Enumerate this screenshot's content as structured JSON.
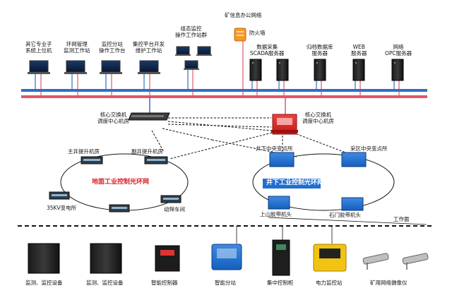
{
  "top_labels": {
    "other_pc": [
      "其它专业子",
      "系统上位机"
    ],
    "env_mgmt": [
      "环网管理",
      "监测工作站"
    ],
    "monitor_sub": [
      "监控分站",
      "操作工作台"
    ],
    "integration": [
      "集控平台开发",
      "维护工作站"
    ],
    "config_group": [
      "组态监控",
      "操作工作站群"
    ],
    "mine_office": "矿信息办公网络",
    "firewall": "防火墙",
    "scada": [
      "数据采集",
      "SCADA服务器"
    ],
    "archive": [
      "归档数据库",
      "服务器"
    ],
    "web": [
      "WEB",
      "服务器"
    ],
    "opc": [
      "网络",
      "OPC服务器"
    ]
  },
  "core_switches": {
    "left": [
      "核心交换机",
      "调度中心机房"
    ],
    "right": [
      "核心交换机",
      "调度中心机房"
    ]
  },
  "left_ring": {
    "title": "地面工业控制光环网",
    "nodes": [
      "主井提升机房",
      "副井提升机房",
      "35KV变电所",
      "动筛车间"
    ]
  },
  "right_ring": {
    "title": "井下工业控制光环网",
    "nodes": [
      "井下中央变点所",
      "采区中央变点所",
      "上山胶带机头",
      "石门胶带机头"
    ]
  },
  "workface": "工作面",
  "bottom_devices": [
    "监测、监控设备",
    "监测、监控设备",
    "智能控制器",
    "智能分站",
    "集中控制柜",
    "电力监控站",
    "矿用网络摄像仪"
  ],
  "colors": {
    "bus_blue": "#2f6fc4",
    "bus_red": "#e2566a",
    "ring_blue": "#1f6fd0",
    "accent_red": "#d4242a"
  }
}
